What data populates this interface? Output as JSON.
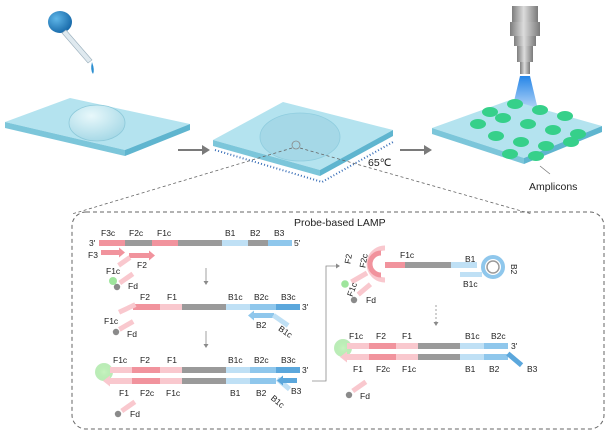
{
  "steps": {
    "temperature": "65℃",
    "amplicons_label": "Amplicons"
  },
  "box": {
    "title": "Probe-based LAMP"
  },
  "panel1": {
    "end_left": "3'",
    "end_right": "5'",
    "top_labels": [
      "F3c",
      "F2c",
      "F1c",
      "B1",
      "B2",
      "B3"
    ],
    "f3": "F3",
    "f2": "F2",
    "f1c": "F1c",
    "fd": "Fd"
  },
  "panel2": {
    "top_labels": [
      "F2",
      "F1",
      "B1c",
      "B2c",
      "B3c"
    ],
    "end_right": "3'",
    "f1c": "F1c",
    "fd": "Fd",
    "b2": "B2",
    "b1c": "B1c"
  },
  "panel3": {
    "top_labels": [
      "F1c",
      "F2",
      "F1",
      "B1c",
      "B2c",
      "B3c"
    ],
    "end_right": "3'",
    "bottom_labels": [
      "F1",
      "F2c",
      "F1c",
      "B1",
      "B2"
    ],
    "b1c": "B1c",
    "b3": "B3",
    "fd": "Fd"
  },
  "panel4": {
    "f2": "F2",
    "f2c": "F2c",
    "f1c_loop": "F1c",
    "f1c_left": "F1c",
    "fd": "Fd",
    "b1": "B1",
    "b2": "B2",
    "b1c": "B1c"
  },
  "panel5": {
    "top_labels": [
      "F1c",
      "F2",
      "F1",
      "B1c",
      "B2c"
    ],
    "end_right": "3'",
    "bottom_labels": [
      "F1",
      "F2c",
      "F1c",
      "B1",
      "B2",
      "B3"
    ],
    "fd": "Fd"
  },
  "colors": {
    "slide_top": "#b4e3ef",
    "slide_side": "#5fb5cf",
    "pink": "#f1939d",
    "pink_light": "#f9c8ce",
    "gray": "#9a9a9a",
    "blue": "#8fc7ec",
    "blue_light": "#bfe0f5",
    "blue_dark": "#5ba7dc",
    "spot": "#36d08a",
    "fluor": "#9ee59c",
    "quencher": "#8a8a8a",
    "droplet": "#1f86c8",
    "laser": "#1a7fe6"
  }
}
